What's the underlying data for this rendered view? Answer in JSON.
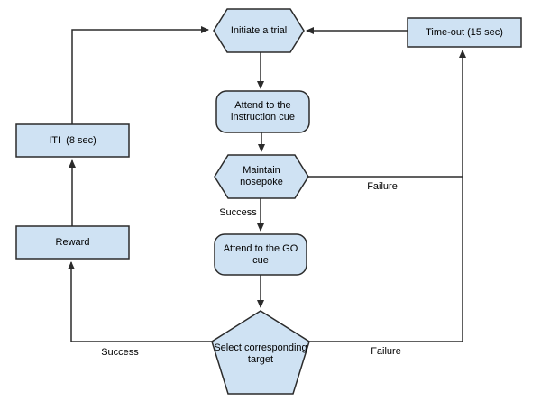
{
  "nodes": {
    "initiate_trial": {
      "label": "Initiate a trial",
      "shape": "hexagon"
    },
    "timeout": {
      "label": "Time-out (15 sec)",
      "shape": "rectangle"
    },
    "attend_instruction": {
      "label": "Attend to the instruction cue",
      "shape": "rounded-rectangle"
    },
    "maintain_nosepoke": {
      "label": "Maintain nosepoke",
      "shape": "hexagon"
    },
    "attend_go": {
      "label": "Attend to the GO cue",
      "shape": "rounded-rectangle"
    },
    "select_target": {
      "label": "Select corresponding target",
      "shape": "pentagon"
    },
    "reward": {
      "label": "Reward",
      "shape": "rectangle"
    },
    "iti": {
      "label": "ITI  (8 sec)",
      "shape": "rectangle"
    }
  },
  "edge_labels": {
    "nosepoke_success": "Success",
    "nosepoke_failure": "Failure",
    "target_success": "Success",
    "target_failure": "Failure"
  },
  "colors": {
    "node_fill": "#cfe2f3",
    "node_border": "#2b2b2b",
    "line": "#2b2b2b",
    "text": "#000000",
    "background": "#ffffff"
  }
}
